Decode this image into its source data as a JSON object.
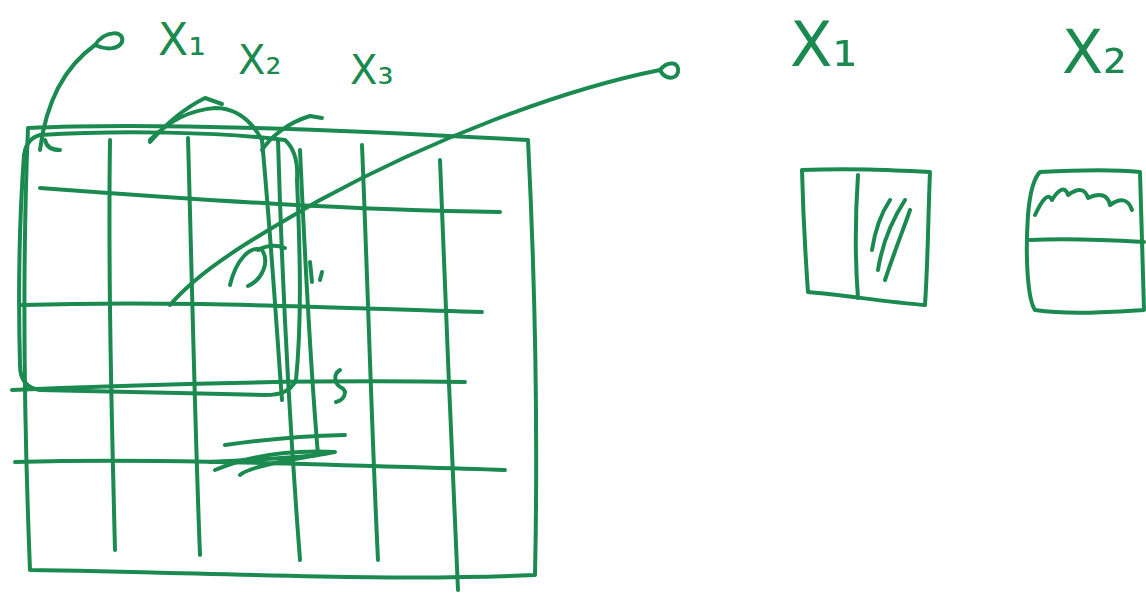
{
  "diagram": {
    "labels": [
      "X₁",
      "X₂",
      "X₃",
      "X₁",
      "X₂"
    ]
  }
}
